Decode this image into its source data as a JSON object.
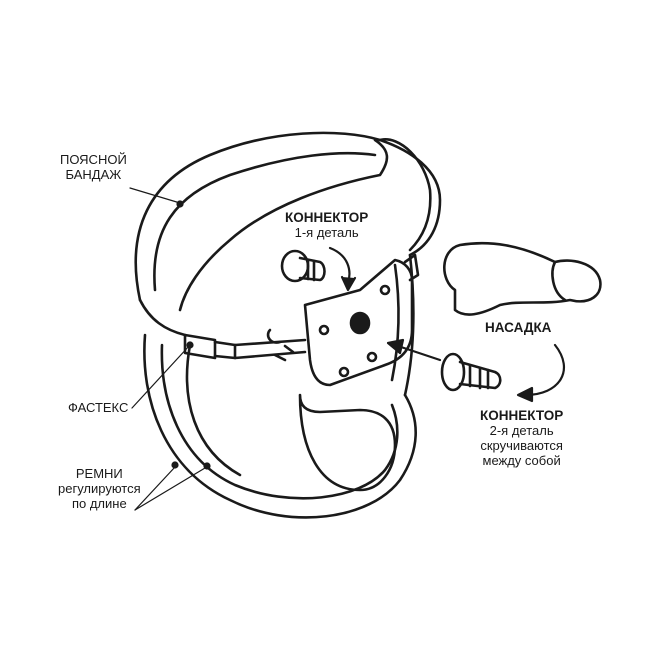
{
  "labels": {
    "waist_belt": [
      "ПОЯСНОЙ",
      "БАНДАЖ"
    ],
    "connector1": {
      "title": "КОННЕКТОР",
      "sub": "1-я деталь"
    },
    "attachment": "НАСАДКА",
    "buckle": "ФАСТЕКС",
    "straps": [
      "РЕМНИ",
      "регулируются",
      "по длине"
    ],
    "connector2": {
      "title": "КОННЕКТОР",
      "lines": [
        "2-я деталь",
        "скручиваются",
        "между собой"
      ]
    }
  },
  "colors": {
    "ink": "#1a1a1a",
    "background": "#ffffff"
  }
}
